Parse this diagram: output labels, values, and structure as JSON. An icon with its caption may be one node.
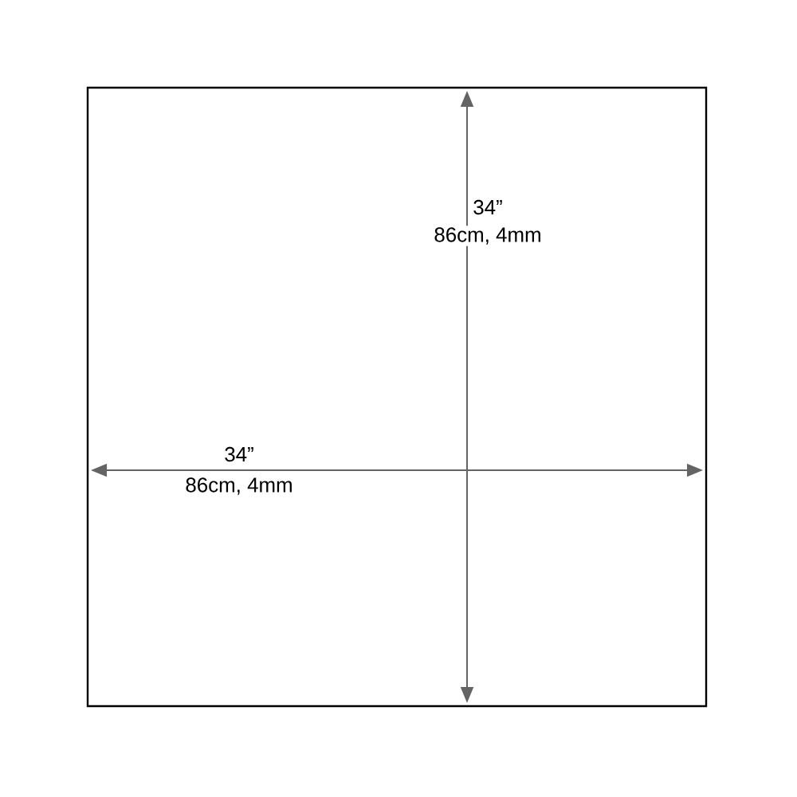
{
  "diagram": {
    "labels": [
      "34”",
      "86cm, 4mm",
      "34”",
      "86cm, 4mm"
    ]
  }
}
